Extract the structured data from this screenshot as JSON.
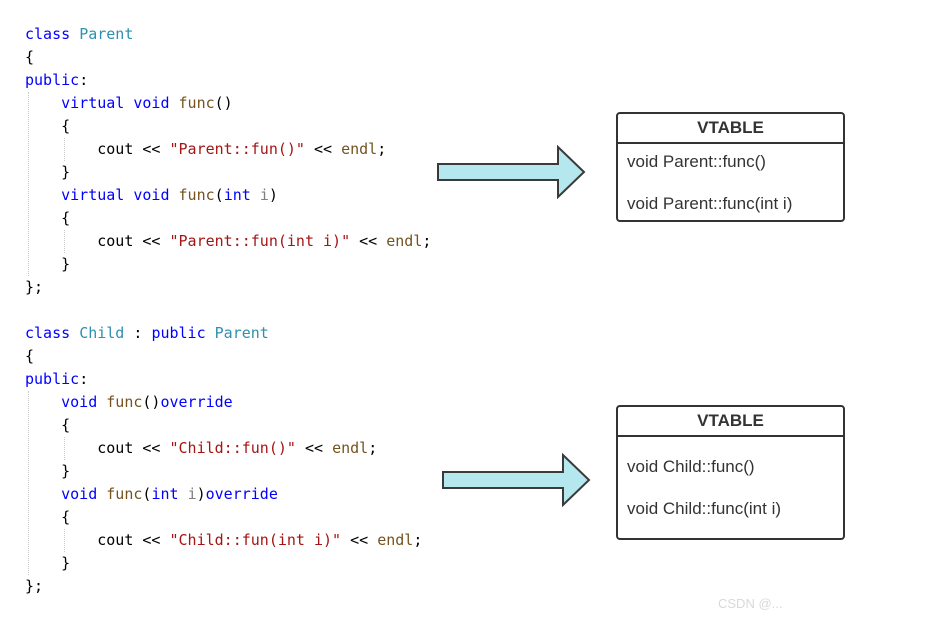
{
  "parent_code": [
    [
      {
        "t": "class",
        "c": "kw"
      },
      {
        "t": " "
      },
      {
        "t": "Parent",
        "c": "ty"
      }
    ],
    [
      {
        "t": "{"
      }
    ],
    [
      {
        "t": "public",
        "c": "kw"
      },
      {
        "t": ":"
      }
    ],
    [
      {
        "t": "    "
      },
      {
        "t": "virtual",
        "c": "kw"
      },
      {
        "t": " "
      },
      {
        "t": "void",
        "c": "kw"
      },
      {
        "t": " "
      },
      {
        "t": "func",
        "c": "fn"
      },
      {
        "t": "()"
      }
    ],
    [
      {
        "t": "    {"
      }
    ],
    [
      {
        "t": "        cout << "
      },
      {
        "t": "\"Parent::fun()\"",
        "c": "str"
      },
      {
        "t": " << "
      },
      {
        "t": "endl",
        "c": "fn"
      },
      {
        "t": ";"
      }
    ],
    [
      {
        "t": "    }"
      }
    ],
    [
      {
        "t": "    "
      },
      {
        "t": "virtual",
        "c": "kw"
      },
      {
        "t": " "
      },
      {
        "t": "void",
        "c": "kw"
      },
      {
        "t": " "
      },
      {
        "t": "func",
        "c": "fn"
      },
      {
        "t": "("
      },
      {
        "t": "int",
        "c": "kw"
      },
      {
        "t": " "
      },
      {
        "t": "i",
        "c": "pm"
      },
      {
        "t": ")"
      }
    ],
    [
      {
        "t": "    {"
      }
    ],
    [
      {
        "t": "        cout << "
      },
      {
        "t": "\"Parent::fun(int i)\"",
        "c": "str"
      },
      {
        "t": " << "
      },
      {
        "t": "endl",
        "c": "fn"
      },
      {
        "t": ";"
      }
    ],
    [
      {
        "t": "    }"
      }
    ],
    [
      {
        "t": "};"
      }
    ]
  ],
  "child_code": [
    [
      {
        "t": "class",
        "c": "kw"
      },
      {
        "t": " "
      },
      {
        "t": "Child",
        "c": "ty"
      },
      {
        "t": " : "
      },
      {
        "t": "public",
        "c": "kw"
      },
      {
        "t": " "
      },
      {
        "t": "Parent",
        "c": "ty"
      }
    ],
    [
      {
        "t": "{"
      }
    ],
    [
      {
        "t": "public",
        "c": "kw"
      },
      {
        "t": ":"
      }
    ],
    [
      {
        "t": "    "
      },
      {
        "t": "void",
        "c": "kw"
      },
      {
        "t": " "
      },
      {
        "t": "func",
        "c": "fn"
      },
      {
        "t": "()"
      },
      {
        "t": "override",
        "c": "kw"
      }
    ],
    [
      {
        "t": "    {"
      }
    ],
    [
      {
        "t": "        cout << "
      },
      {
        "t": "\"Child::fun()\"",
        "c": "str"
      },
      {
        "t": " << "
      },
      {
        "t": "endl",
        "c": "fn"
      },
      {
        "t": ";"
      }
    ],
    [
      {
        "t": "    }"
      }
    ],
    [
      {
        "t": "    "
      },
      {
        "t": "void",
        "c": "kw"
      },
      {
        "t": " "
      },
      {
        "t": "func",
        "c": "fn"
      },
      {
        "t": "("
      },
      {
        "t": "int",
        "c": "kw"
      },
      {
        "t": " "
      },
      {
        "t": "i",
        "c": "pm"
      },
      {
        "t": ")"
      },
      {
        "t": "override",
        "c": "kw"
      }
    ],
    [
      {
        "t": "    {"
      }
    ],
    [
      {
        "t": "        cout << "
      },
      {
        "t": "\"Child::fun(int i)\"",
        "c": "str"
      },
      {
        "t": " << "
      },
      {
        "t": "endl",
        "c": "fn"
      },
      {
        "t": ";"
      }
    ],
    [
      {
        "t": "    }"
      }
    ],
    [
      {
        "t": "};"
      }
    ]
  ],
  "vtable_parent": {
    "title": "VTABLE",
    "entries": [
      "void Parent::func()",
      "void Parent::func(int i)"
    ]
  },
  "vtable_child": {
    "title": "VTABLE",
    "entries": [
      "void Child::func()",
      "void Child::func(int i)"
    ]
  },
  "colors": {
    "arrow_fill": "#b4e7ee",
    "arrow_stroke": "#3a3a3a",
    "keyword": "#0000ff",
    "type": "#2b91af",
    "function": "#74531f",
    "string": "#a31515"
  },
  "watermark": "CSDN @..."
}
